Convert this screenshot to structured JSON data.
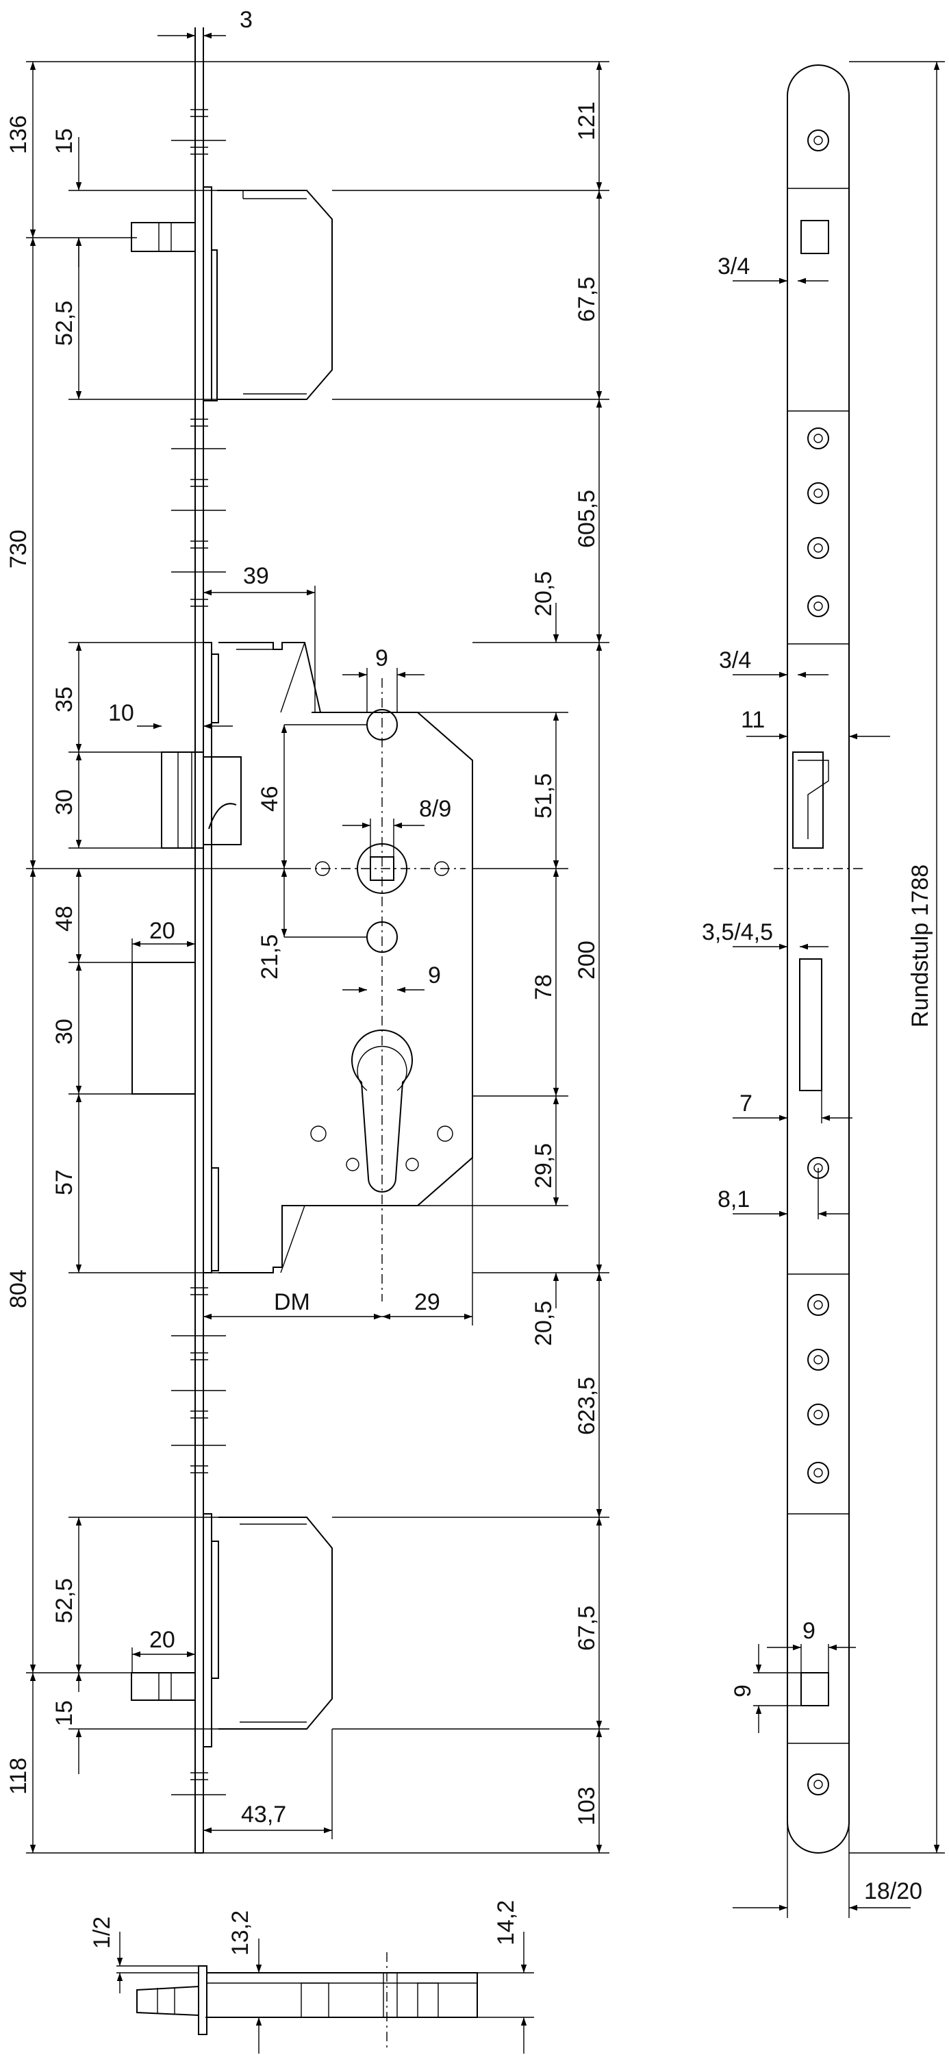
{
  "drawing": {
    "labels": {
      "side_top_gap": "3",
      "left_136": "136",
      "left_15_top": "15",
      "left_52_5_top": "52,5",
      "left_730": "730",
      "left_35": "35",
      "left_10": "10",
      "left_30_latch": "30",
      "left_48": "48",
      "left_20_bolt": "20",
      "left_30_bolt": "30",
      "left_57": "57",
      "left_804": "804",
      "left_52_5_bottom": "52,5",
      "left_20_bottom": "20",
      "left_15_bottom": "15",
      "left_118": "118",
      "right_121": "121",
      "right_67_5_top": "67,5",
      "right_605_5": "605,5",
      "right_20_5_top": "20,5",
      "right_51_5": "51,5",
      "right_200": "200",
      "right_78": "78",
      "right_29_5": "29,5",
      "right_20_5_bottom": "20,5",
      "right_623_5": "623,5",
      "right_67_5_bottom": "67,5",
      "right_103": "103",
      "mid_39": "39",
      "mid_9_top": "9",
      "mid_46": "46",
      "mid_8_9": "8/9",
      "mid_21_5": "21,5",
      "mid_9_lower": "9",
      "mid_dm": "DM",
      "mid_29": "29",
      "mid_43_7": "43,7",
      "bot_1_2": "1/2",
      "bot_13_2": "13,2",
      "bot_14_2": "14,2",
      "strip_3_4_top": "3/4",
      "strip_3_4_mid": "3/4",
      "strip_11": "11",
      "strip_3_5_4_5": "3,5/4,5",
      "strip_7": "7",
      "strip_8_1": "8,1",
      "strip_9_h": "9",
      "strip_9_v": "9",
      "strip_18_20": "18/20",
      "strip_title": "Rundstulp 1788"
    }
  }
}
